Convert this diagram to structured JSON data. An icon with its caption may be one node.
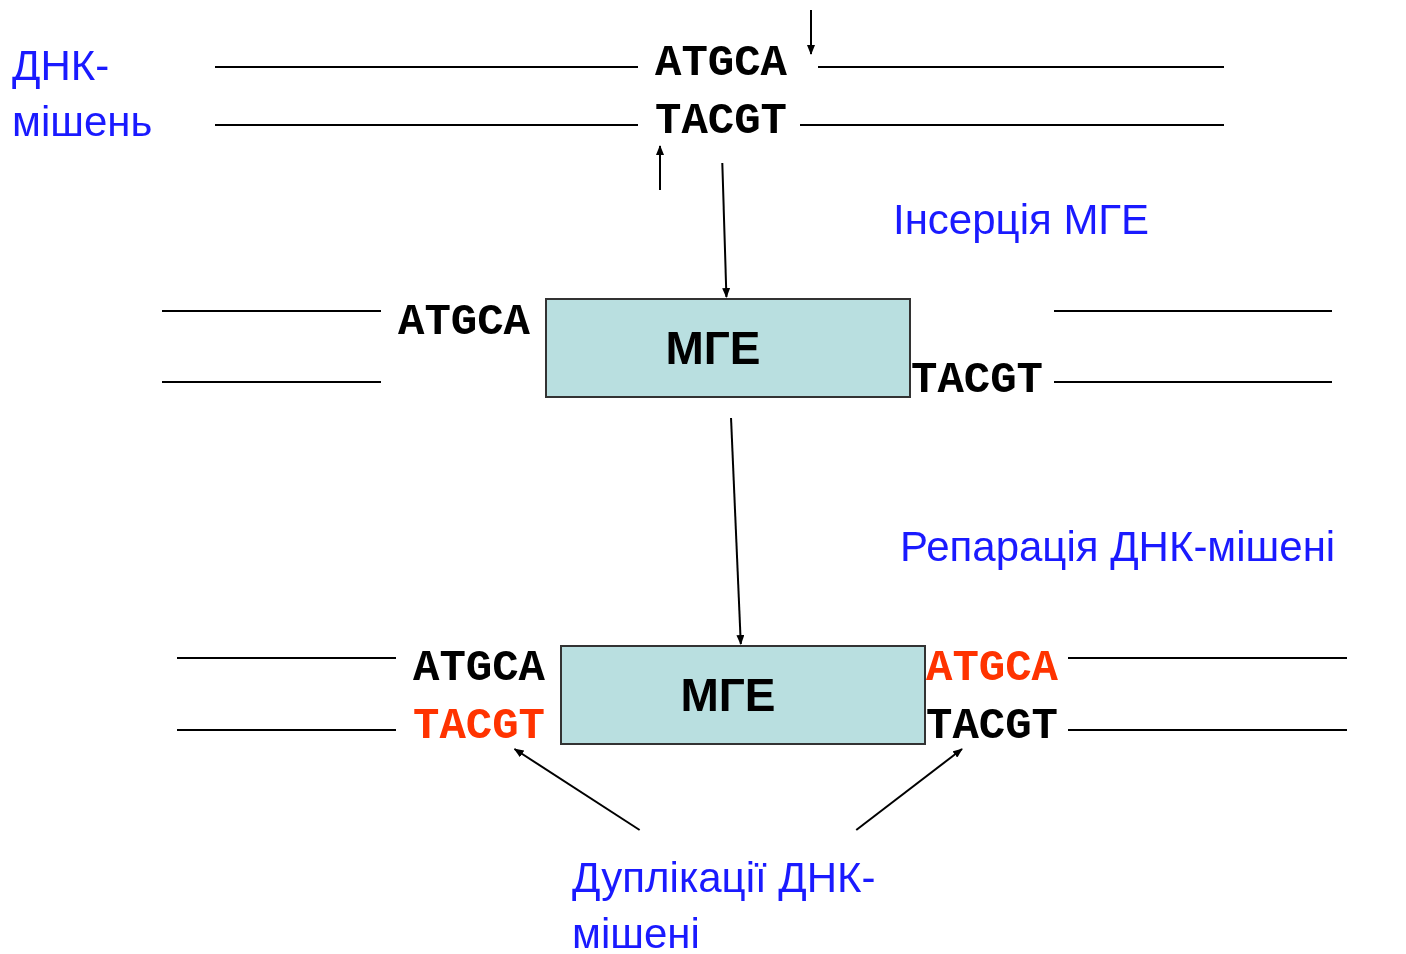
{
  "diagram": {
    "nodes": [
      {
        "text": [
          "ATGCA"
        ]
      },
      {
        "text": [
          "TACGT"
        ]
      },
      {
        "text": [
          "ATGCA"
        ]
      },
      {
        "text": [
          "МГЕ"
        ]
      },
      {
        "text": [
          "TACGT"
        ]
      },
      {
        "text": [
          "ATGCA"
        ]
      },
      {
        "text": [
          "TACGT"
        ]
      },
      {
        "text": [
          "МГЕ"
        ]
      },
      {
        "text": [
          "ATGCA"
        ]
      },
      {
        "text": [
          "TACGT"
        ]
      },
      {
        "text": [
          "Дуплікації ДНК- мішені"
        ]
      }
    ],
    "edges": [
      {
        "from": 1,
        "to": 3,
        "arrow": "to",
        "label": "Інсерція МГЕ"
      },
      {
        "from": 3,
        "to": 7,
        "arrow": "to",
        "label": "Репарація ДНК-мішені"
      },
      {
        "from": 10,
        "to": 6,
        "arrow": "to"
      },
      {
        "from": 10,
        "to": 9,
        "arrow": "to"
      }
    ],
    "labels": [
      "ДНК- мішень"
    ]
  }
}
